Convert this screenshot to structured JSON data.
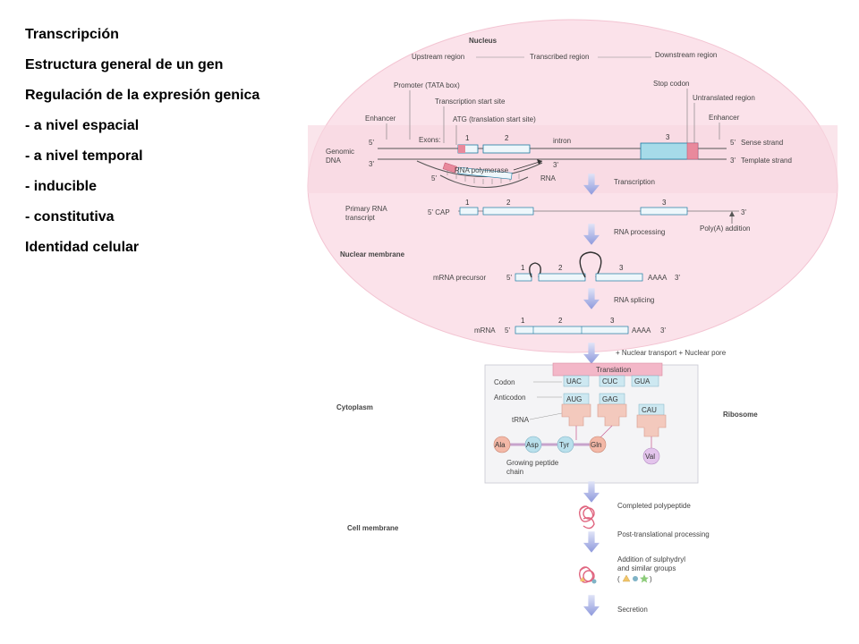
{
  "outline": {
    "items": [
      "Transcripción",
      "Estructura general de un gen",
      "Regulación de la expresión genica",
      "- a nivel espacial",
      "- a nivel temporal",
      "- inducible",
      "- constitutiva",
      "Identidad celular"
    ]
  },
  "diagram": {
    "compartments": {
      "nucleus": "Nucleus",
      "nuclear_membrane": "Nuclear membrane",
      "cytoplasm": "Cytoplasm",
      "ribosome": "Ribosome",
      "cell_membrane": "Cell membrane"
    },
    "gene": {
      "upstream": "Upstream region",
      "transcribed": "Transcribed region",
      "downstream": "Downstream region",
      "promoter": "Promoter (TATA box)",
      "tss": "Transcription start site",
      "atg": "ATG (translation start site)",
      "enhancer_left": "Enhancer",
      "enhancer_right": "Enhancer",
      "stop_codon": "Stop codon",
      "untranslated": "Untranslated region",
      "exons": "Exons:",
      "intron": "intron",
      "genomic_dna": "Genomic\nDNA",
      "genomic_dna_l1": "Genomic",
      "genomic_dna_l2": "DNA",
      "sense": "Sense strand",
      "template": "Template strand",
      "rna_polymerase": "RNA polymerase",
      "rna": "RNA",
      "five_prime": "5'",
      "three_prime": "3'",
      "exon1": "1",
      "exon2": "2",
      "exon3": "3"
    },
    "steps": {
      "transcription": "Transcription",
      "primary_transcript_l1": "Primary RNA",
      "primary_transcript_l2": "transcript",
      "cap": "5' CAP",
      "rna_processing": "RNA processing",
      "polya": "Poly(A) addition",
      "mrna_precursor": "mRNA precursor",
      "polya_tail": "AAAA",
      "rna_splicing": "RNA splicing",
      "mrna": "mRNA",
      "nuclear_transport": "+ Nuclear transport + Nuclear pore",
      "translation": "Translation",
      "codon": "Codon",
      "anticodon": "Anticodon",
      "trna": "tRNA",
      "growing_chain_l1": "Growing peptide",
      "growing_chain_l2": "chain",
      "completed": "Completed polypeptide",
      "post_translational": "Post-translational processing",
      "addition_l1": "Addition of sulphydryl",
      "addition_l2": "and similar groups",
      "secretion": "Secretion"
    },
    "codons": [
      "UAC",
      "CUC",
      "GUA"
    ],
    "anticodons": [
      "AUG",
      "GAG",
      "CAU"
    ],
    "amino_acids": [
      "Ala",
      "Asp",
      "Tyr",
      "Gln",
      "Val"
    ]
  }
}
